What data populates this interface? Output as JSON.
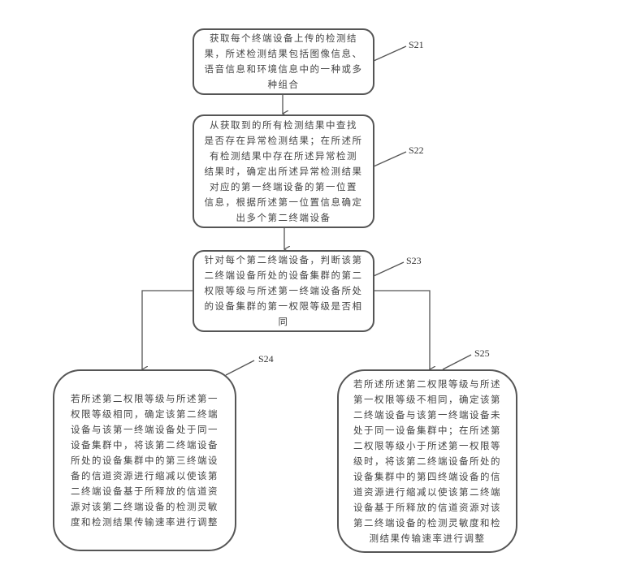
{
  "steps": {
    "s21": {
      "label": "S21",
      "lines": [
        "获取每个终端设备上传的检测结",
        "果，所述检测结果包括图像信息、",
        "语音信息和环境信息中的一种或多",
        "种组合"
      ]
    },
    "s22": {
      "label": "S22",
      "lines": [
        "从获取到的所有检测结果中查找",
        "是否存在异常检测结果；在所述所",
        "有检测结果中存在所述异常检测",
        "结果时，确定出所述异常检测结果",
        "对应的第一终端设备的第一位置",
        "信息，根据所述第一位置信息确定",
        "出多个第二终端设备"
      ]
    },
    "s23": {
      "label": "S23",
      "lines": [
        "针对每个第二终端设备，判断该第",
        "二终端设备所处的设备集群的第二",
        "权限等级与所述第一终端设备所处",
        "的设备集群的第一权限等级是否相",
        "同"
      ]
    },
    "s24": {
      "label": "S24",
      "lines": [
        "若所述第二权限等级与所述第一",
        "权限等级相同，确定该第二终端",
        "设备与该第一终端设备处于同一",
        "设备集群中，将该第二终端设备",
        "所处的设备集群中的第三终端设",
        "备的信道资源进行缩减以使该第",
        "二终端设备基于所释放的信道资",
        "源对该第二终端设备的检测灵敏",
        "度和检测结果传输速率进行调整"
      ]
    },
    "s25": {
      "label": "S25",
      "lines": [
        "若所述所述第二权限等级与所述",
        "第一权限等级不相同，确定该第",
        "二终端设备与该第一终端设备未",
        "处于同一设备集群中；在所述第",
        "二权限等级小于所述第一权限等",
        "级时，将该第二终端设备所处的",
        "设备集群中的第四终端设备的信",
        "道资源进行缩减以使该第二终端",
        "设备基于所释放的信道资源对该",
        "第二终端设备的检测灵敏度和检",
        "测结果传输速率进行调整"
      ]
    }
  }
}
